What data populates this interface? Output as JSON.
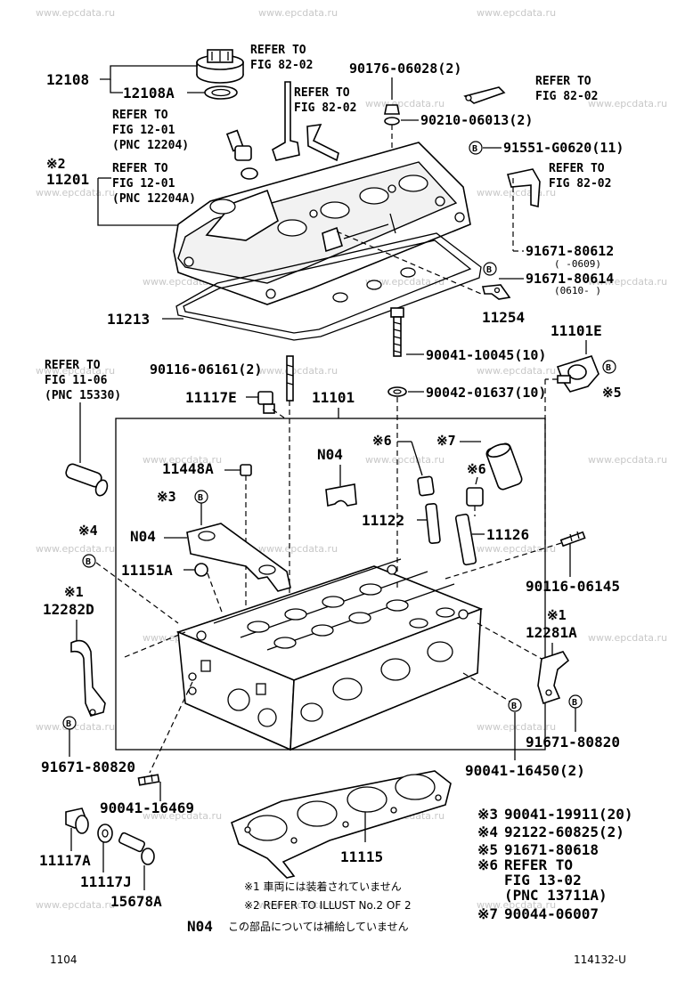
{
  "watermarks": [
    "www.epcdata.ru"
  ],
  "labels": {
    "p12108": "12108",
    "p12108A": "12108A",
    "ref_8202_a1": "REFER TO",
    "ref_8202_a2": "FIG 82-02",
    "p90176": "90176-06028(2)",
    "ref_8202_b1": "REFER TO",
    "ref_8202_b2": "FIG 82-02",
    "ref_8202_c1": "REFER TO",
    "ref_8202_c2": "FIG 82-02",
    "p90210": "90210-06013(2)",
    "ref_1201_a1": "REFER TO",
    "ref_1201_a2": "FIG 12-01",
    "ref_1201_a3": "(PNC 12204)",
    "p91551": "91551-G0620(11)",
    "note2_mark": "※2",
    "p11201": "11201",
    "ref_1201_b1": "REFER TO",
    "ref_1201_b2": "FIG 12-01",
    "ref_1201_b3": "(PNC 12204A)",
    "ref_8202_d1": "REFER TO",
    "ref_8202_d2": "FIG 82-02",
    "p91671_80612": "91671-80612",
    "d_0609": "(     -0609)",
    "p91671_80614": "91671-80614",
    "d_0610": "(0610-    )",
    "p11213": "11213",
    "p11254": "11254",
    "p11101E": "11101E",
    "p90041_10045": "90041-10045(10)",
    "ref_1106_1": "REFER TO",
    "ref_1106_2": "FIG 11-06",
    "ref_1106_3": "(PNC 15330)",
    "p90116_06161": "90116-06161(2)",
    "p90042": "90042-01637(10)",
    "note5_mark": "※5",
    "p11117E": "11117E",
    "p11101": "11101",
    "note6_mark_a": "※6",
    "note7_mark": "※7",
    "pN04_a": "N04",
    "p11448A": "11448A",
    "note6_mark_b": "※6",
    "note3_mark": "※3",
    "p11122": "11122",
    "p11126": "11126",
    "pN04_b": "N04",
    "note4_mark": "※4",
    "p11151A": "11151A",
    "p90116_06145": "90116-06145",
    "note1_mark_a": "※1",
    "p12282D": "12282D",
    "note1_mark_b": "※1",
    "p12281A": "12281A",
    "p91671_80820_r": "91671-80820",
    "p91671_80820_l": "91671-80820",
    "p90041_16450": "90041-16450(2)",
    "p90041_16469": "90041-16469",
    "p11117A": "11117A",
    "p11117J": "11117J",
    "p15678A": "15678A",
    "p11115": "11115",
    "tag_b": "B"
  },
  "legend": [
    {
      "mark": "※3",
      "text": "90041-19911(20)"
    },
    {
      "mark": "※4",
      "text": "92122-60825(2)"
    },
    {
      "mark": "※5",
      "text": "91671-80618"
    },
    {
      "mark": "※6",
      "text": "REFER TO"
    },
    {
      "mark": "",
      "text": "FIG 13-02"
    },
    {
      "mark": "",
      "text": "(PNC 13711A)"
    },
    {
      "mark": "※7",
      "text": "90044-06007"
    }
  ],
  "notes": {
    "n1": "※1 車両には装着されていません",
    "n2": "※2 REFER TO ILLUST No.2 OF 2",
    "n3_code": "N04",
    "n3": "この部品については補給していません"
  },
  "footer": {
    "left": "1104",
    "right": "114132-U"
  }
}
